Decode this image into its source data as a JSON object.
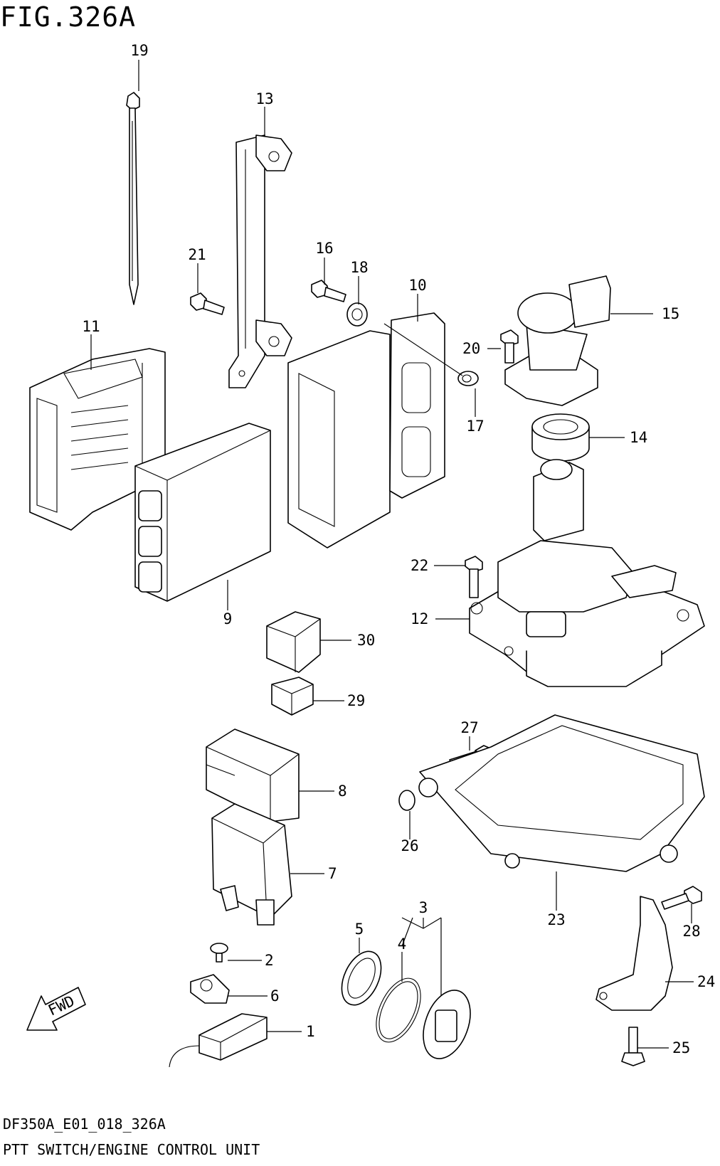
{
  "figure_title": "FIG.326A",
  "drawing_code": "DF350A_E01_018_326A",
  "caption": "PTT SWITCH/ENGINE CONTROL UNIT",
  "fwd_label": "FWD",
  "callouts": [
    "1",
    "2",
    "3",
    "4",
    "5",
    "6",
    "7",
    "8",
    "9",
    "10",
    "11",
    "12",
    "13",
    "14",
    "15",
    "16",
    "17",
    "18",
    "19",
    "20",
    "21",
    "22",
    "23",
    "24",
    "25",
    "26",
    "27",
    "28",
    "29",
    "30"
  ]
}
